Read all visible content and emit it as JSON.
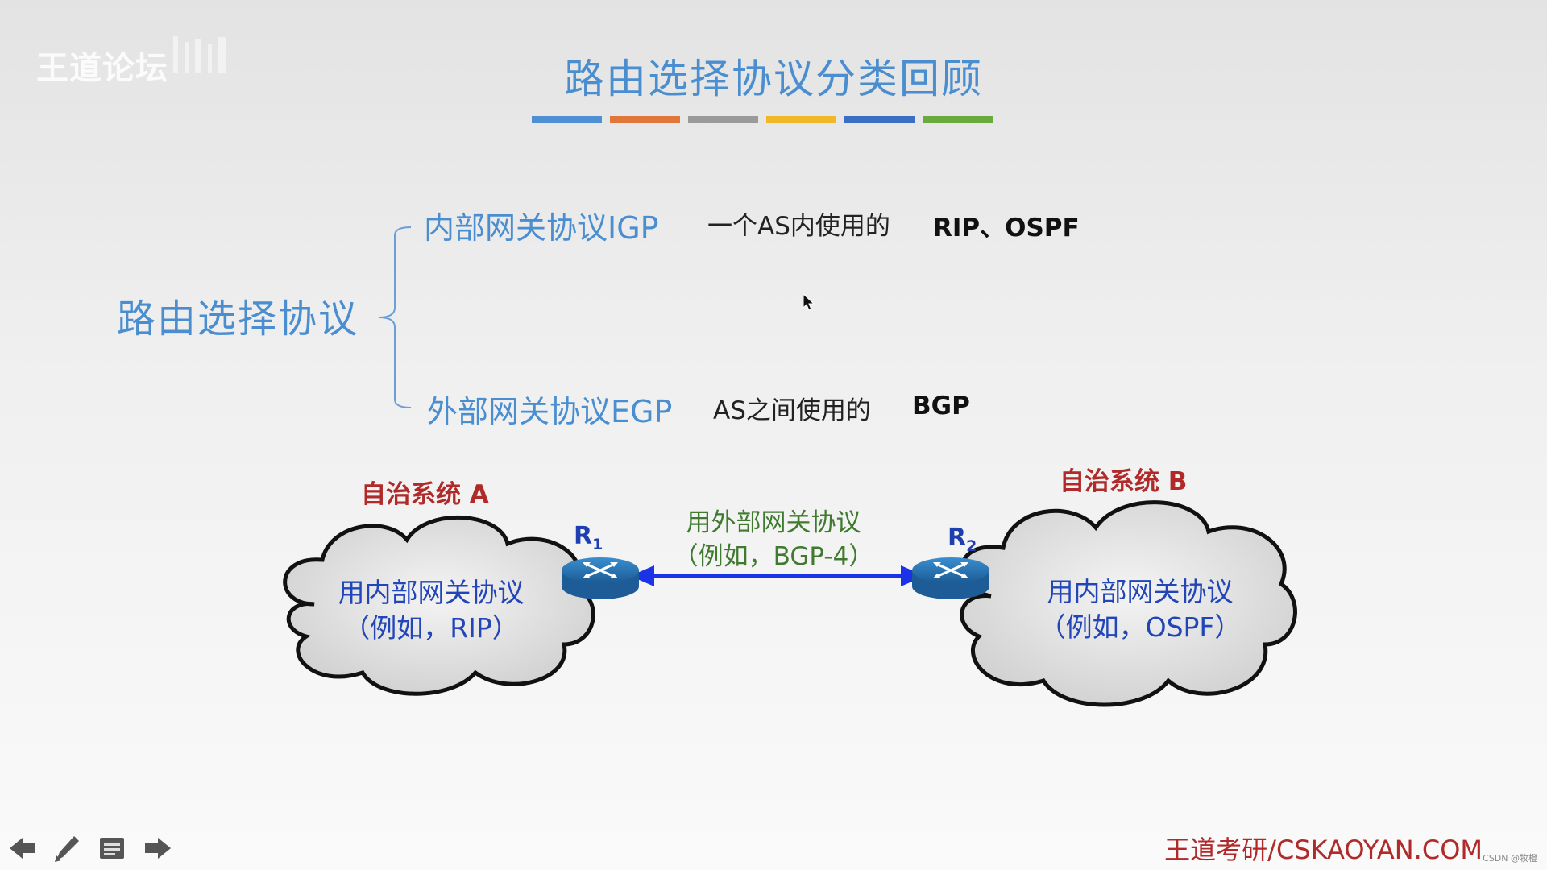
{
  "watermark": {
    "logo_text": "王道论坛"
  },
  "slide": {
    "title": "路由选择协议分类回顾",
    "title_bar_colors": [
      "#4f8fd3",
      "#e0773a",
      "#9a9a9a",
      "#f0b826",
      "#3b6fc4",
      "#6aaa3c"
    ]
  },
  "tree": {
    "root": "路由选择协议",
    "igp": {
      "label": "内部网关协议IGP",
      "desc": "一个AS内使用的",
      "example": "RIP、OSPF"
    },
    "egp": {
      "label": "外部网关协议EGP",
      "desc": "AS之间使用的",
      "example": "BGP"
    }
  },
  "diagram": {
    "as_a": {
      "title": "自治系统 A",
      "line1": "用内部网关协议",
      "line2": "（例如，RIP）"
    },
    "as_b": {
      "title": "自治系统 B",
      "line1": "用内部网关协议",
      "line2": "（例如，OSPF）"
    },
    "router1": {
      "name": "R",
      "sub": "1"
    },
    "router2": {
      "name": "R",
      "sub": "2"
    },
    "link": {
      "line1": "用外部网关协议",
      "line2": "（例如，BGP-4）"
    }
  },
  "footer": {
    "brand": "王道考研/CSKAOYAN.COM",
    "csdn": "CSDN @牧橙"
  },
  "icons": [
    "arrow-left-icon",
    "pen-icon",
    "notes-icon",
    "arrow-right-icon",
    "mouse-cursor-icon"
  ]
}
